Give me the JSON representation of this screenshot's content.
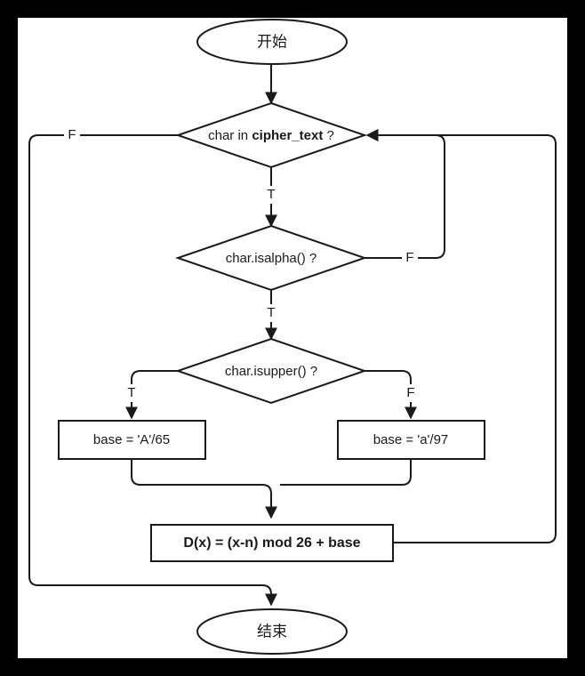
{
  "meta": {
    "title": "Caesar cipher decryption flowchart",
    "background_color": "#000000",
    "canvas_color": "#ffffff",
    "stroke_color": "#1a1a1a"
  },
  "nodes": {
    "start": {
      "label": "开始",
      "shape": "ellipse"
    },
    "decision_in_cipher": {
      "label_prefix": "char in ",
      "label_bold": "cipher_text",
      "label_suffix": " ?",
      "shape": "diamond"
    },
    "decision_isalpha": {
      "label": "char.isalpha() ?",
      "shape": "diamond"
    },
    "decision_isupper": {
      "label": "char.isupper() ?",
      "shape": "diamond"
    },
    "process_base_upper": {
      "label": "base = 'A'/65",
      "shape": "rect"
    },
    "process_base_lower": {
      "label": "base = 'a'/97",
      "shape": "rect"
    },
    "process_formula": {
      "label": "D(x) = (x-n) mod 26 + base",
      "shape": "rect"
    },
    "end": {
      "label": "结束",
      "shape": "ellipse"
    }
  },
  "edge_labels": {
    "in_cipher_false": "F",
    "in_cipher_true": "T",
    "isalpha_false": "F",
    "isalpha_true": "T",
    "isupper_true": "T",
    "isupper_false": "F"
  }
}
